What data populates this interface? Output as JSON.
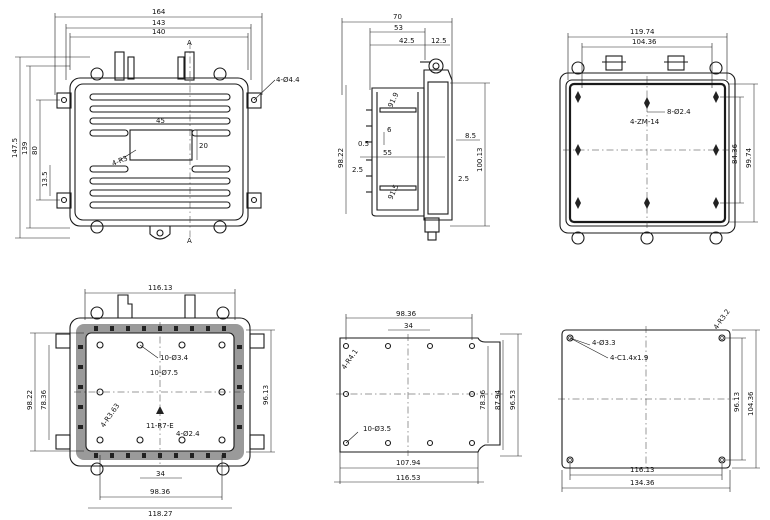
{
  "views": {
    "front": {
      "dims": {
        "w164": "164",
        "w143": "143",
        "w140": "140",
        "h147": "147.5",
        "h139": "139",
        "h80": "80",
        "h13": "13.5",
        "holes": "4-Ø4.4",
        "c45": "45",
        "c20": "20",
        "r3": "4-R3",
        "section": "A"
      }
    },
    "side": {
      "dims": {
        "w70": "70",
        "w53": "53",
        "w42": "42.5",
        "w12": "12.5",
        "h98": "98.22",
        "h100": "100.13",
        "d05": "0.5",
        "d6": "6",
        "d55": "55",
        "d8": "8.5",
        "d25a": "2.5",
        "d25b": "2.5",
        "r91a": "91.9",
        "r91b": "91.5"
      }
    },
    "top_right": {
      "dims": {
        "w119": "119.74",
        "w104": "104.36",
        "h84": "84.36",
        "h99": "99.74",
        "holes": "8-Ø2.4",
        "screw": "4-ZM-14"
      }
    },
    "bottom_left": {
      "dims": {
        "w116": "116.13",
        "w98": "98.36",
        "w34": "34",
        "w118": "118.27",
        "h98": "98.22",
        "h78": "78.36",
        "h96": "96.13",
        "h10a": "10-Ø3.4",
        "h10b": "10-Ø7.5",
        "r63": "4-R3.63",
        "h4": "4-Ø2.4",
        "rib": "11-R7-E"
      }
    },
    "bottom_mid": {
      "dims": {
        "w98": "98.36",
        "w34": "34",
        "w107": "107.94",
        "w116": "116.53",
        "h78": "78.36",
        "h87": "87.94",
        "h96": "96.53",
        "r4": "4-R4.1",
        "holes": "10-Ø3.5"
      }
    },
    "bottom_right": {
      "dims": {
        "r3": "4-R3.2",
        "h4": "4-Ø3.3",
        "c1": "4-C1.4x1.9",
        "h96": "96.13",
        "h104": "104.36",
        "w116": "116.13",
        "w134": "134.36"
      }
    }
  }
}
